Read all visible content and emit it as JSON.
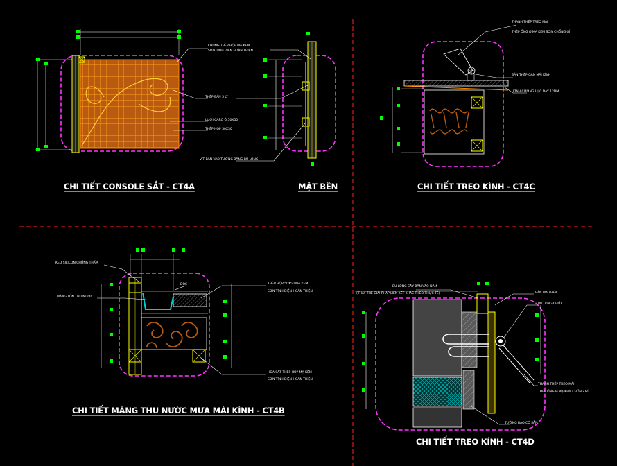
{
  "titles": {
    "ct4a": "CHI TIẾT CONSOLE SẮT - CT4A",
    "side": "MẶT BÊN",
    "ct4c": "CHI TIẾT TREO KÍNH - CT4C",
    "ct4b": "CHI TIẾT MÁNG THU NƯỚC MƯA MÁI KÍNH - CT4B",
    "ct4d": "CHI TIẾT TREO KÍNH - CT4D"
  },
  "labels": {
    "a_frame_1": "KHUNG THÉP HỘP MẠ KẼM",
    "a_frame_2": "SƠN TĨNH ĐIỆN HOÀN THIỆN",
    "a_plate": "THÉP BẢN 5 LY",
    "a_grid": "LƯỚI CARO Ô 50X50",
    "a_box": "THÉP HỘP 30X30",
    "a_bolt": "VÍT BẮN VÀO TƯỜNG BẰNG BU LÔNG",
    "c_rod_1": "THANH THÉP TREO MÁI",
    "c_rod_2": "THÉP ỐNG Ø MẠ KẼM SƠN CHỐNG GỈ",
    "c_plate": "BẢN THÉP GẮN MÁI KÍNH",
    "c_glass": "KÍNH CƯỜNG LỰC DÀY 12MM",
    "b_sealant": "KEO SILICON CHỐNG THẤM",
    "b_gutter": "MÁNG TÔN THU NƯỚC",
    "b_slope": "DỐC",
    "b_frame_1": "THÉP HỘP 50X50 MẠ KẼM",
    "b_frame_2": "SƠN TĨNH ĐIỆN HOÀN THIỆN",
    "b_deco_1": "HOA SẮT THÉP HỘP MẠ KẼM",
    "b_deco_2": "SƠN TĨNH ĐIỆN HOÀN THIỆN",
    "d_bolt_1": "BU LÔNG CẤY BẮN VÀO DẦM",
    "d_bolt_2": "(THAY THẾ GIẢI PHÁP LIÊN KẾT KHÁC THEO THỰC TẾ)",
    "d_plate": "BẢN MÃ THÉP",
    "d_nut": "BU LÔNG CHỐT",
    "d_rod": "THANH THÉP TREO MÁI",
    "d_pipe": "THÉP ỐNG Ø MẠ KẼM CHỐNG GỈ",
    "d_wall": "TƯỜNG BAO CÓ SẴN"
  },
  "colors": {
    "frame": "#ff33ff",
    "cut": "#ff2222",
    "steel": "#ffff00",
    "wood": "#b85a10",
    "grid": "#ff8c00",
    "dim": "#00ff00",
    "line": "#ffffff",
    "hatch": "#00d0d0",
    "gray": "#9a9a9a"
  }
}
